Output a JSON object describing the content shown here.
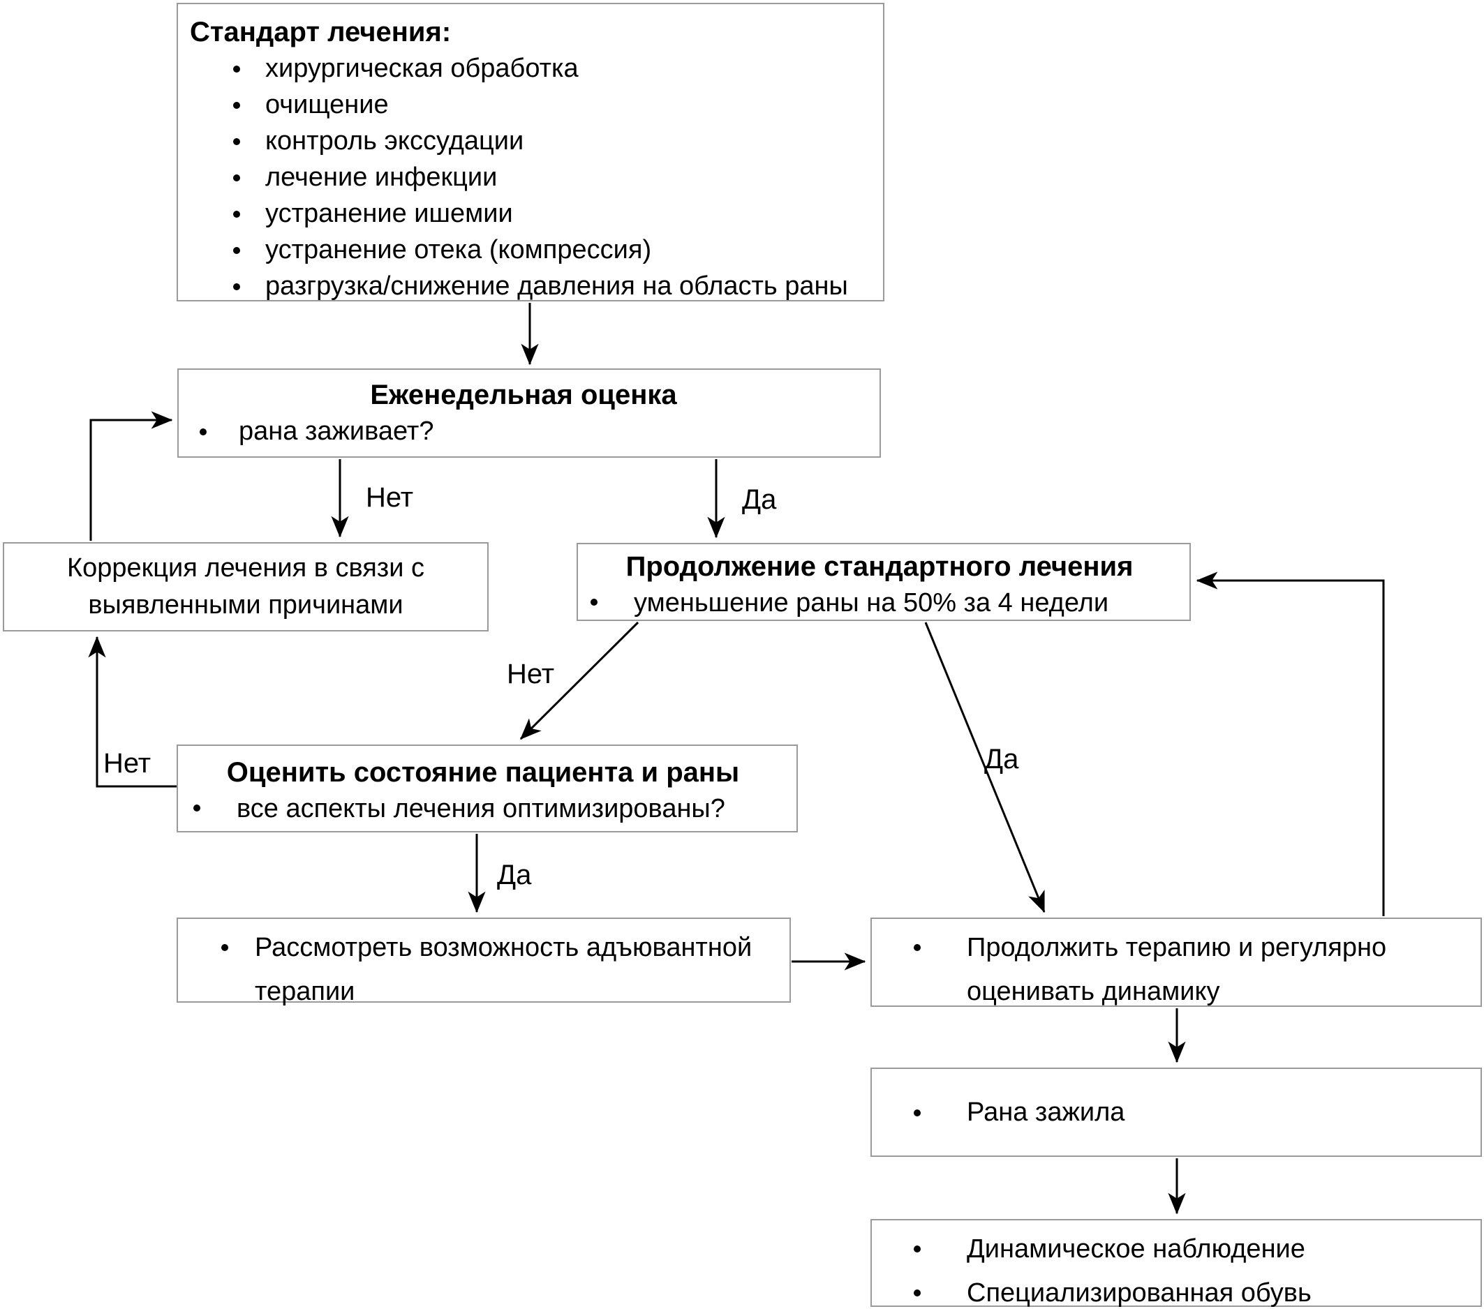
{
  "diagram": {
    "boxes": {
      "standard": {
        "title": "Стандарт лечения:",
        "bullets": [
          "хирургическая обработка",
          "очищение",
          "контроль экссудации",
          "лечение инфекции",
          "устранение ишемии",
          "устранение отека (компрессия)",
          "разгрузка/снижение давления на область раны"
        ]
      },
      "weekly": {
        "title": "Еженедельная оценка",
        "bullets": [
          "рана заживает?"
        ]
      },
      "correction": {
        "text": "Коррекция лечения в связи с выявленными причинами"
      },
      "continue_standard": {
        "title": "Продолжение стандартного лечения",
        "bullets": [
          "уменьшение раны на 50% за 4 недели"
        ]
      },
      "assess": {
        "title": "Оценить состояние пациента и раны",
        "bullets": [
          "все аспекты лечения оптимизированы?"
        ]
      },
      "adjuvant": {
        "bullets": [
          "Рассмотреть возможность адъювантной терапии"
        ]
      },
      "continue_therapy": {
        "bullets": [
          "Продолжить терапию и регулярно оценивать динамику"
        ]
      },
      "healed": {
        "bullets": [
          "Рана зажила"
        ]
      },
      "followup": {
        "bullets": [
          "Динамическое наблюдение",
          "Специализированная обувь"
        ]
      }
    },
    "labels": {
      "weekly_no": "Нет",
      "weekly_yes": "Да",
      "continue_no": "Нет",
      "continue_yes": "Да",
      "assess_no": "Нет",
      "assess_yes": "Да"
    },
    "colors": {
      "box_border": "#9a9a9a",
      "arrow": "#000000",
      "text": "#000000",
      "background": "#ffffff"
    }
  }
}
